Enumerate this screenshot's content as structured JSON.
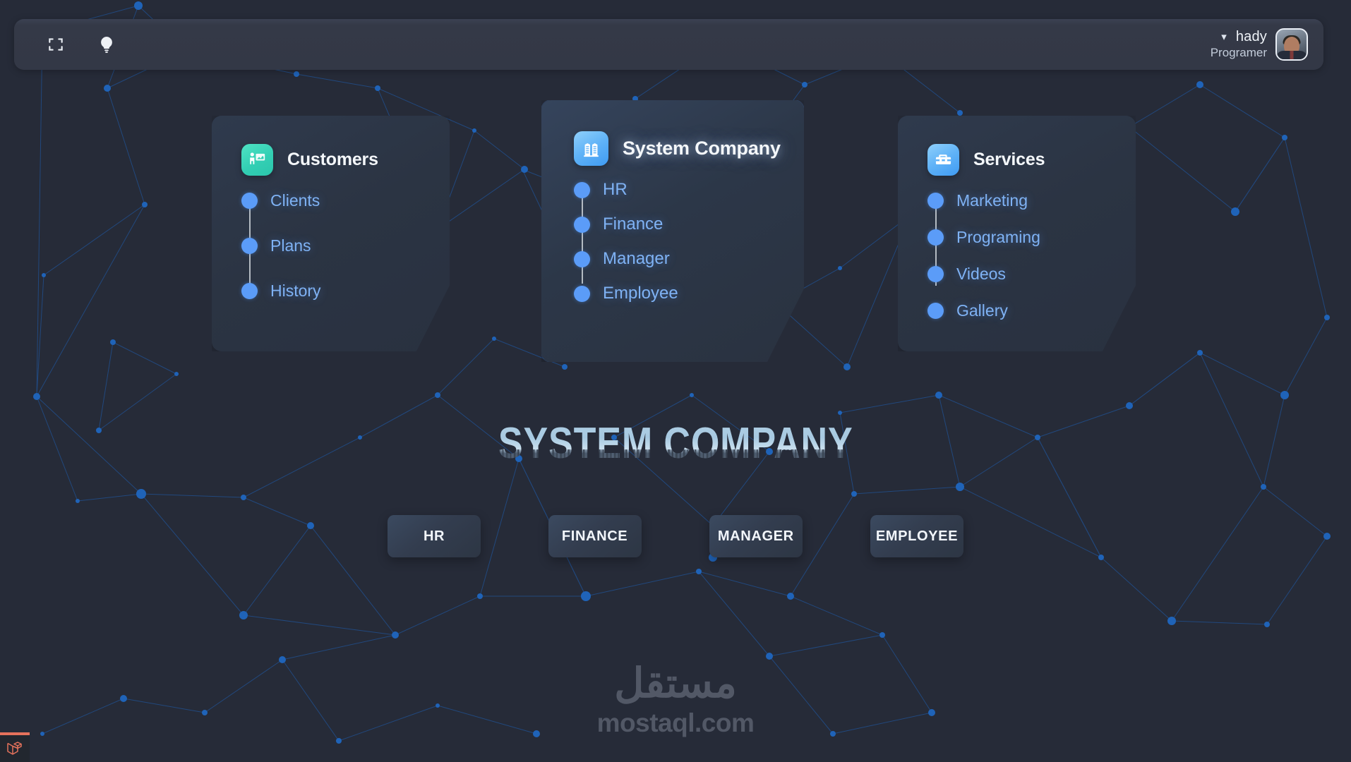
{
  "theme": {
    "background": "#262b38",
    "card_bg": "#2b3443",
    "accent_blue": "#5b9cf8",
    "link_blue": "#7fb2f4",
    "icon_teal": "#33cfb4",
    "icon_blue": "#5fb2f7",
    "particle_blue": "#1f63b8",
    "laravel_red": "#e5725c"
  },
  "topbar": {
    "fullscreen_icon": "fullscreen-expand-icon",
    "bulb_icon": "lightbulb-icon",
    "chevron_icon": "chevron-down-icon",
    "user": {
      "name": "hady",
      "role": "Programer",
      "avatar_alt": "avatar"
    }
  },
  "cards": [
    {
      "id": "customers",
      "title": "Customers",
      "icon": "presentation-person-icon",
      "icon_style": "teal",
      "items": [
        "Clients",
        "Plans",
        "History"
      ]
    },
    {
      "id": "system",
      "title": "System Company",
      "icon": "buildings-icon",
      "icon_style": "blue",
      "items": [
        "HR",
        "Finance",
        "Manager",
        "Employee"
      ]
    },
    {
      "id": "services",
      "title": "Services",
      "icon": "toolbox-icon",
      "icon_style": "blue",
      "items": [
        "Marketing",
        "Programing",
        "Videos",
        "Gallery"
      ]
    }
  ],
  "hero": {
    "title": "SYSTEM COMPANY"
  },
  "actions": [
    {
      "label": "HR"
    },
    {
      "label": "FINANCE"
    },
    {
      "label": "MANAGER"
    },
    {
      "label": "EMPLOYEE"
    }
  ],
  "watermark": {
    "arabic": "مستقل",
    "latin": "mostaql.com"
  },
  "footer": {
    "logo": "laravel-logo"
  }
}
